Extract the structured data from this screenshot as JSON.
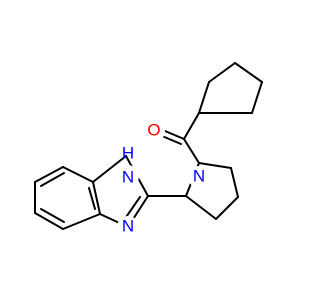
{
  "molecule": {
    "atoms": {
      "oxygen": {
        "symbol": "O",
        "color": "#ff0000"
      },
      "amide_nitrogen": {
        "symbol": "N",
        "color": "#0000ff"
      },
      "imidazole_nh_nitrogen": {
        "symbol": "N",
        "color": "#0000ff"
      },
      "imidazole_nh_hydrogen": {
        "symbol": "H",
        "color": "#0000ff"
      },
      "imidazole_n_nitrogen": {
        "symbol": "N",
        "color": "#0000ff"
      }
    },
    "colors": {
      "bond": "#000000",
      "background": "#ffffff"
    }
  }
}
